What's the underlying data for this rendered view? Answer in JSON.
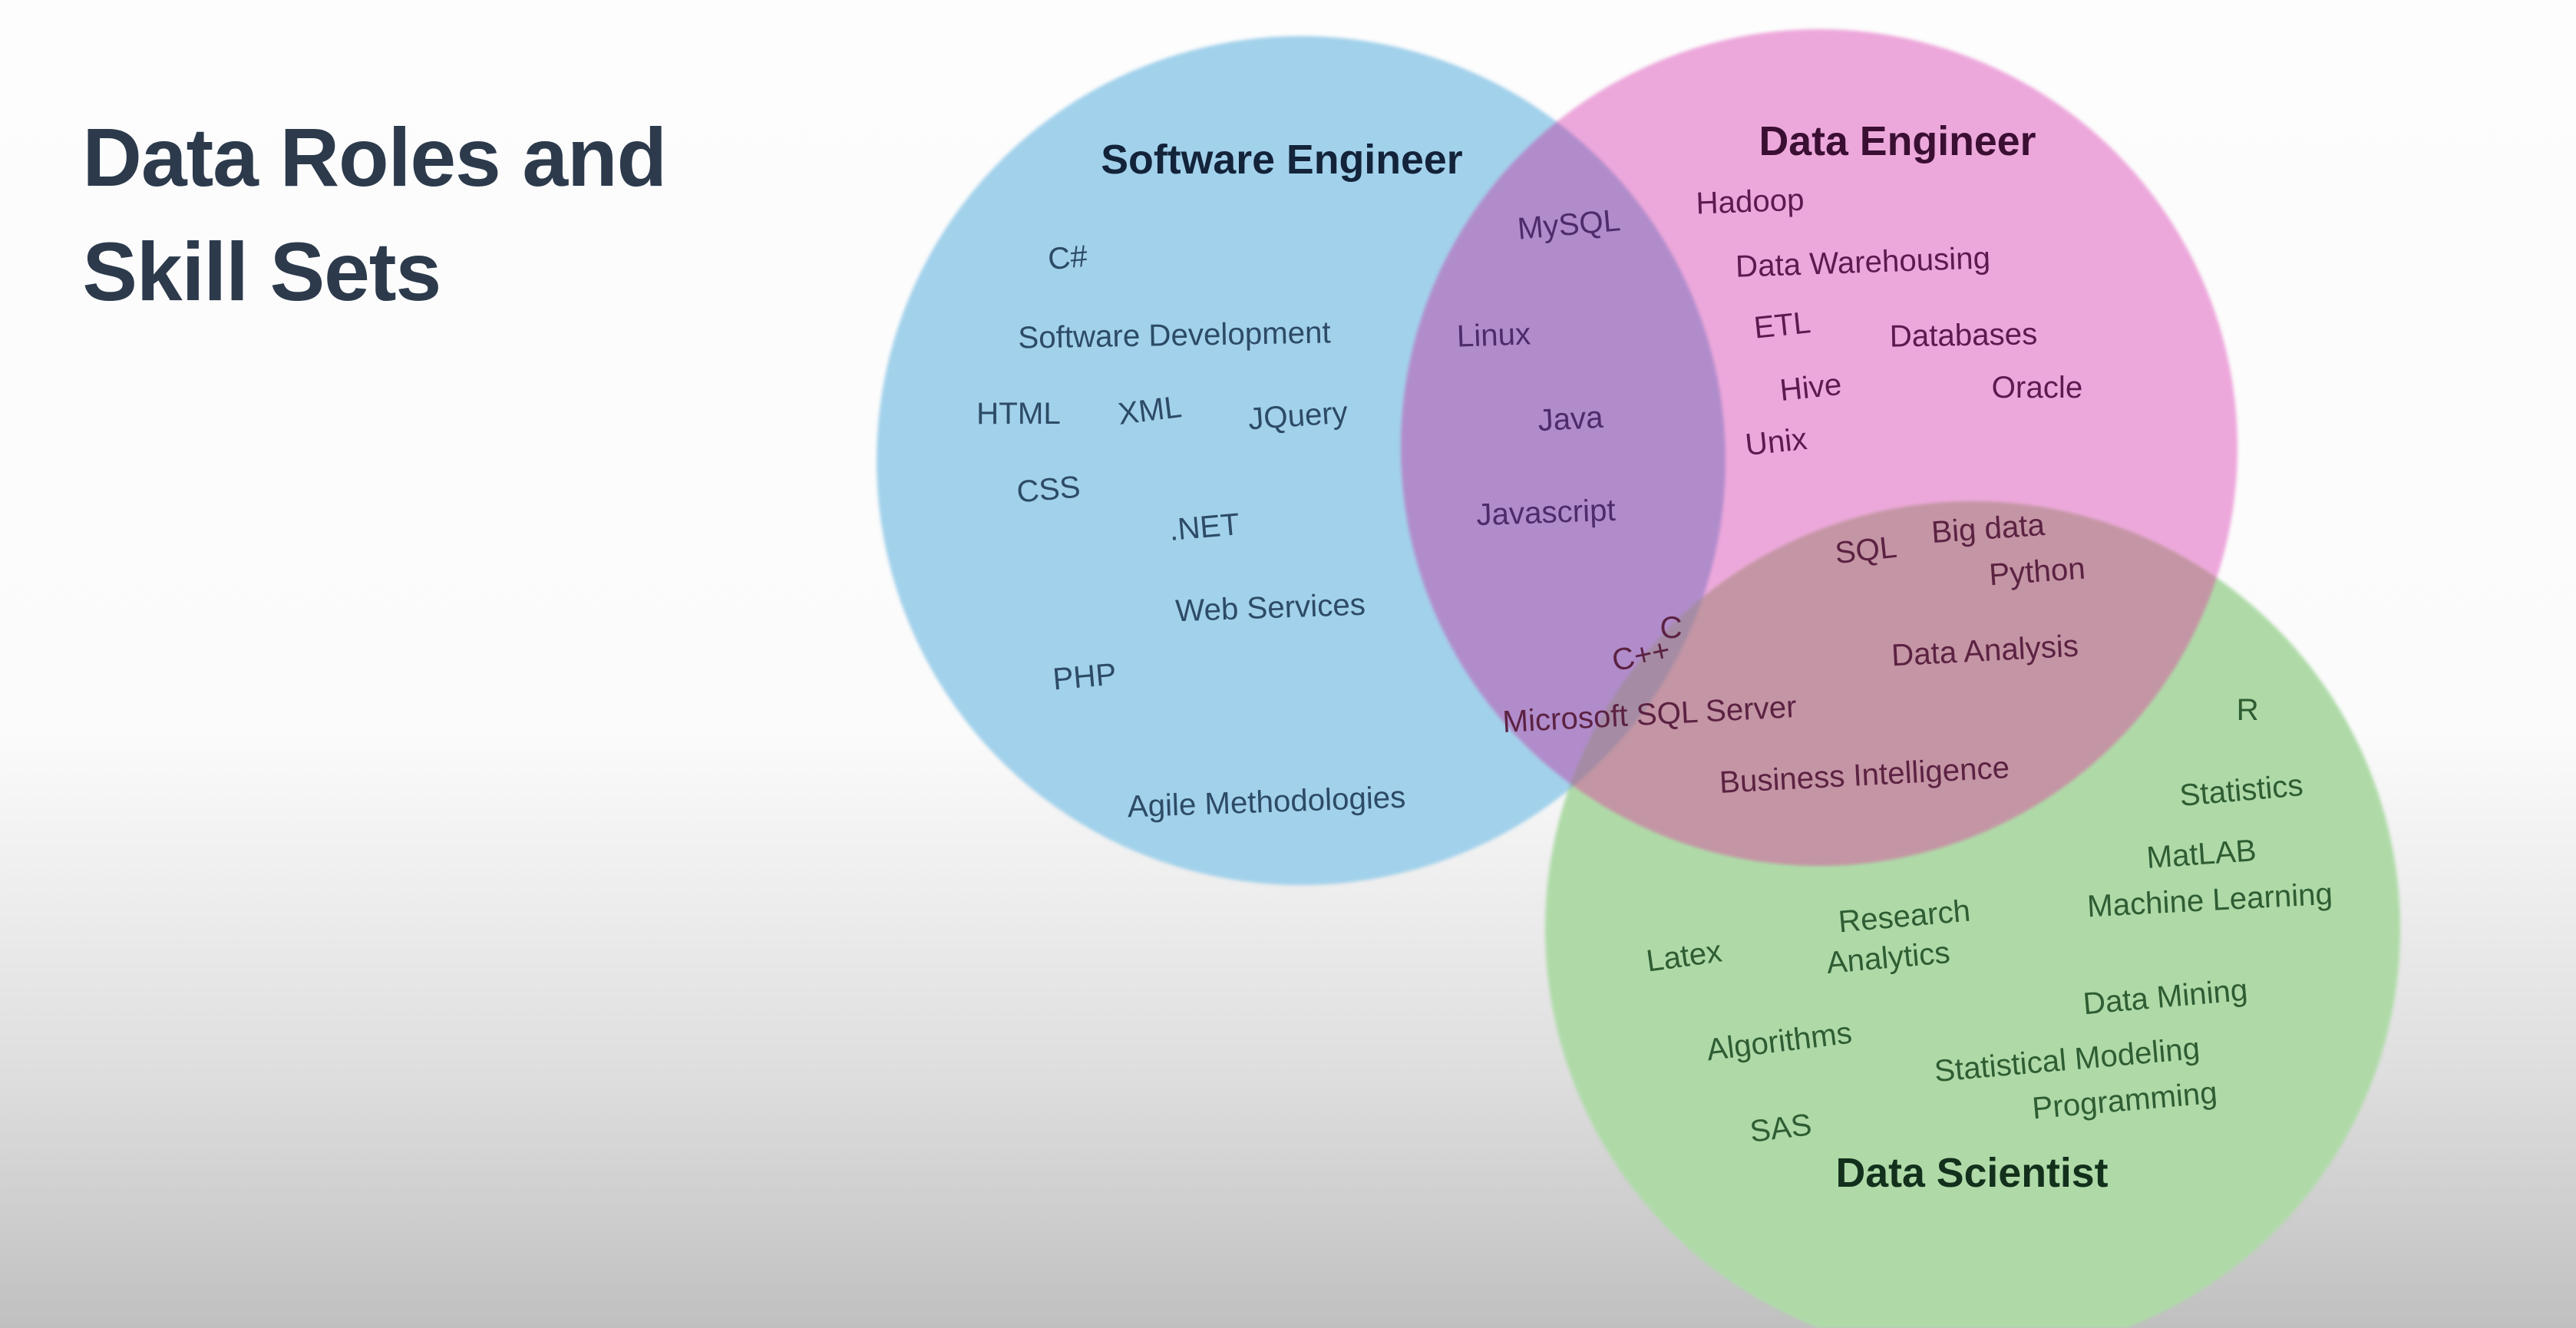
{
  "page": {
    "title_line1": "Data Roles and",
    "title_line2": "Skill Sets"
  },
  "venn": {
    "circles": {
      "software": {
        "title": "Software Engineer"
      },
      "data_engineer": {
        "title": "Data Engineer"
      },
      "data_scientist": {
        "title": "Data Scientist"
      }
    },
    "skills": {
      "software_only": [
        "C#",
        "Software Development",
        "HTML",
        "XML",
        "JQuery",
        "CSS",
        ".NET",
        "Web Services",
        "PHP",
        "Agile Methodologies"
      ],
      "software_and_data_engineer": [
        "MySQL",
        "Linux",
        "Java",
        "Javascript"
      ],
      "data_engineer_only": [
        "Hadoop",
        "Data Warehousing",
        "ETL",
        "Databases",
        "Hive",
        "Oracle",
        "Unix"
      ],
      "data_engineer_and_data_scientist": [
        "SQL",
        "Big data",
        "Python",
        "Data Analysis",
        "Business Intelligence"
      ],
      "all_three": [
        "C",
        "C++",
        "Microsoft SQL Server"
      ],
      "data_scientist_only": [
        "R",
        "Statistics",
        "MatLAB",
        "Machine Learning",
        "Research",
        "Analytics",
        "Latex",
        "Data Mining",
        "Algorithms",
        "Statistical Modeling",
        "Programming",
        "SAS"
      ]
    }
  },
  "colors": {
    "background_top": "#fdfdfd",
    "background_bottom": "#c0c0c0",
    "title_text": "#2c3a4c",
    "software_circle": "#a2d1eb",
    "data_engineer_circle": "#eda8db",
    "data_scientist_circle": "#afdaa8",
    "software_data_engineer_overlap": "#b18ccb",
    "data_engineer_scientist_overlap": "#c495a4",
    "software_scientist_overlap": "#8fb9bc",
    "triple_overlap": "#a58ba4",
    "software_label_text": "#2d4b66",
    "software_overlap_label_text": "#4e2b6b",
    "data_engineer_label_text": "#5c1a50",
    "rose_overlap_label_text": "#5c2242",
    "data_scientist_label_text": "#2f5d33"
  }
}
